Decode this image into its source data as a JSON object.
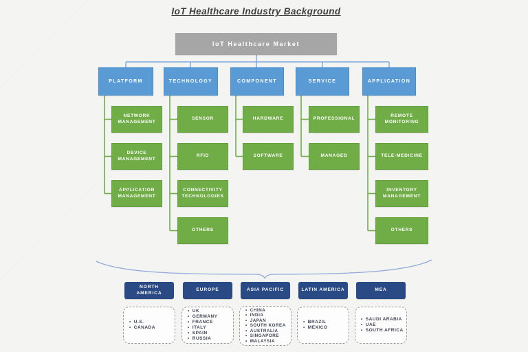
{
  "title": "IoT Healthcare Industry Background",
  "root": {
    "label": "IoT Healthcare Market"
  },
  "tree": {
    "columns": [
      {
        "label": "PLATFORM",
        "children": [
          "NETWORK MANAGEMENT",
          "DEVICE MANAGEMENT",
          "APPLICATION MANAGEMENT"
        ]
      },
      {
        "label": "TECHNOLOGY",
        "children": [
          "SENSOR",
          "RFID",
          "CONNECTIVITY TECHNOLOGIES",
          "OTHERS"
        ]
      },
      {
        "label": "COMPONENT",
        "children": [
          "HARDWARE",
          "SOFTWARE"
        ]
      },
      {
        "label": "SERVICE",
        "children": [
          "PROFESSIONAL",
          "MANAGED"
        ]
      },
      {
        "label": "APPLICATION",
        "children": [
          "REMOTE MONITORING",
          "TELE-MEDICINE",
          "INVENTORY MANAGEMENT",
          "OTHERS"
        ]
      }
    ]
  },
  "regions": [
    {
      "label": "NORTH AMERICA",
      "countries": [
        "U.S.",
        "CANADA"
      ]
    },
    {
      "label": "EUROPE",
      "countries": [
        "UK",
        "GERMANY",
        "FRANCE",
        "ITALY",
        "SPAIN",
        "RUSSIA"
      ]
    },
    {
      "label": "ASIA PACIFIC",
      "countries": [
        "CHINA",
        "INDIA",
        "JAPAN",
        "SOUTH KOREA",
        "AUSTRALIA",
        "SINGAPORE",
        "MALAYSIA"
      ]
    },
    {
      "label": "LATIN AMERICA",
      "countries": [
        "BRAZIL",
        "MEXICO"
      ]
    },
    {
      "label": "MEA",
      "countries": [
        "SAUDI ARABIA",
        "UAE",
        "SOUTH AFRICA"
      ]
    }
  ],
  "colors": {
    "root_gray": "#a6a6a6",
    "category_blue": "#5b9bd5",
    "subnode_green": "#70ad47",
    "region_navy": "#2a4a85",
    "connector_blue": "#7da7d9",
    "connector_green": "#70ad47",
    "brace_blue": "#93a9da",
    "background": "#f5f5f3"
  }
}
